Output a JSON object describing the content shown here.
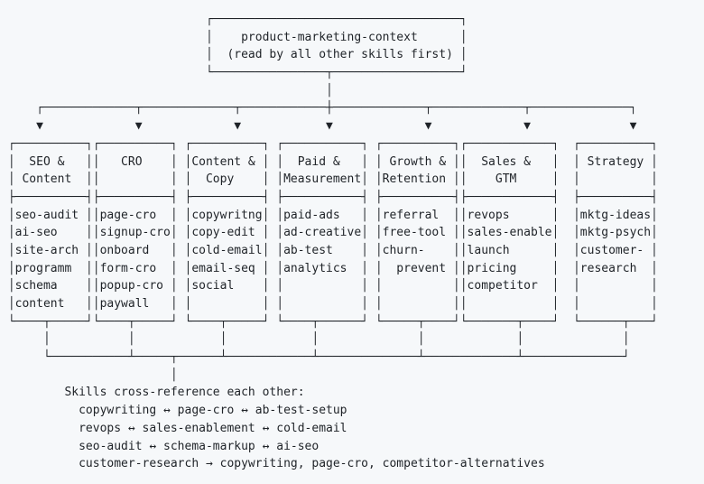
{
  "colors": {
    "background": "#f6f8fa",
    "text": "#1f2328"
  },
  "diagram": {
    "root": {
      "title": "product-marketing-context",
      "subtitle": "(read by all other skills first)"
    },
    "categories": [
      {
        "title": "SEO & Content",
        "skills": [
          "seo-audit",
          "ai-seo",
          "site-arch",
          "programm",
          "schema",
          "content"
        ]
      },
      {
        "title": "CRO",
        "skills": [
          "page-cro",
          "signup-cro",
          "onboard",
          "form-cro",
          "popup-cro",
          "paywall"
        ]
      },
      {
        "title": "Content & Copy",
        "skills": [
          "copywritng",
          "copy-edit",
          "cold-email",
          "email-seq",
          "social"
        ]
      },
      {
        "title": "Paid & Measurement",
        "skills": [
          "paid-ads",
          "ad-creative",
          "ab-test",
          "analytics"
        ]
      },
      {
        "title": "Growth & Retention",
        "skills": [
          "referral",
          "free-tool",
          "churn-prevent"
        ]
      },
      {
        "title": "Sales & GTM",
        "skills": [
          "revops",
          "sales-enable",
          "launch",
          "pricing",
          "competitor"
        ]
      },
      {
        "title": "Strategy",
        "skills": [
          "mktg-ideas",
          "mktg-psych",
          "customer-research"
        ]
      }
    ],
    "cross_reference": {
      "heading": "Skills cross-reference each other:",
      "relations": [
        "copywriting ↔ page-cro ↔ ab-test-setup",
        "revops ↔ sales-enablement ↔ cold-email",
        "seo-audit ↔ schema-markup ↔ ai-seo",
        "customer-research → copywriting, page-cro, competitor-alternatives"
      ]
    },
    "ascii_lines": [
      "                             ┌───────────────────────────────────┐",
      "                             │    product-marketing-context      │",
      "                             │  (read by all other skills first) │",
      "                             └────────────────┬──────────────────┘",
      "                                              │",
      "     ┌─────────────┬─────────────┬────────────┼─────────────┬─────────────┬──────────────┐",
      "     ▼             ▼             ▼            ▼             ▼             ▼              ▼",
      " ┌──────────┐┌──────────┐ ┌──────────┐ ┌───────────┐ ┌──────────┐┌────────────┐  ┌──────────┐",
      " │  SEO &   ││   CRO    │ │Content & │ │  Paid &   │ │ Growth & ││  Sales &   │  │ Strategy │",
      " │ Content  ││          │ │  Copy    │ │Measurement│ │Retention ││    GTM     │  │          │",
      " ├──────────┤├──────────┤ ├──────────┤ ├───────────┤ ├──────────┤├────────────┤  ├──────────┤",
      " │seo-audit ││page-cro  │ │copywritng│ │paid-ads   │ │referral  ││revops      │  │mktg-ideas│",
      " │ai-seo    ││signup-cro│ │copy-edit │ │ad-creative│ │free-tool ││sales-enable│  │mktg-psych│",
      " │site-arch ││onboard   │ │cold-email│ │ab-test    │ │churn-    ││launch      │  │customer- │",
      " │programm  ││form-cro  │ │email-seq │ │analytics  │ │  prevent ││pricing     │  │research  │",
      " │schema    ││popup-cro │ │social    │ │           │ │          ││competitor  │  │          │",
      " │content   ││paywall   │ │          │ │           │ │          ││            │  │          │",
      " └────┬─────┘└────┬─────┘ └────┬─────┘ └────┬──────┘ └─────┬────┘└───────┬────┘  └──────┬───┘",
      "      │           │            │            │              │             │              │",
      "      └───────────┴─────┬──────┴────────────┴──────────────┴─────────────┴──────────────┘",
      "                        │",
      "         Skills cross-reference each other:",
      "           copywriting ↔ page-cro ↔ ab-test-setup",
      "           revops ↔ sales-enablement ↔ cold-email",
      "           seo-audit ↔ schema-markup ↔ ai-seo",
      "           customer-research → copywriting, page-cro, competitor-alternatives"
    ]
  }
}
